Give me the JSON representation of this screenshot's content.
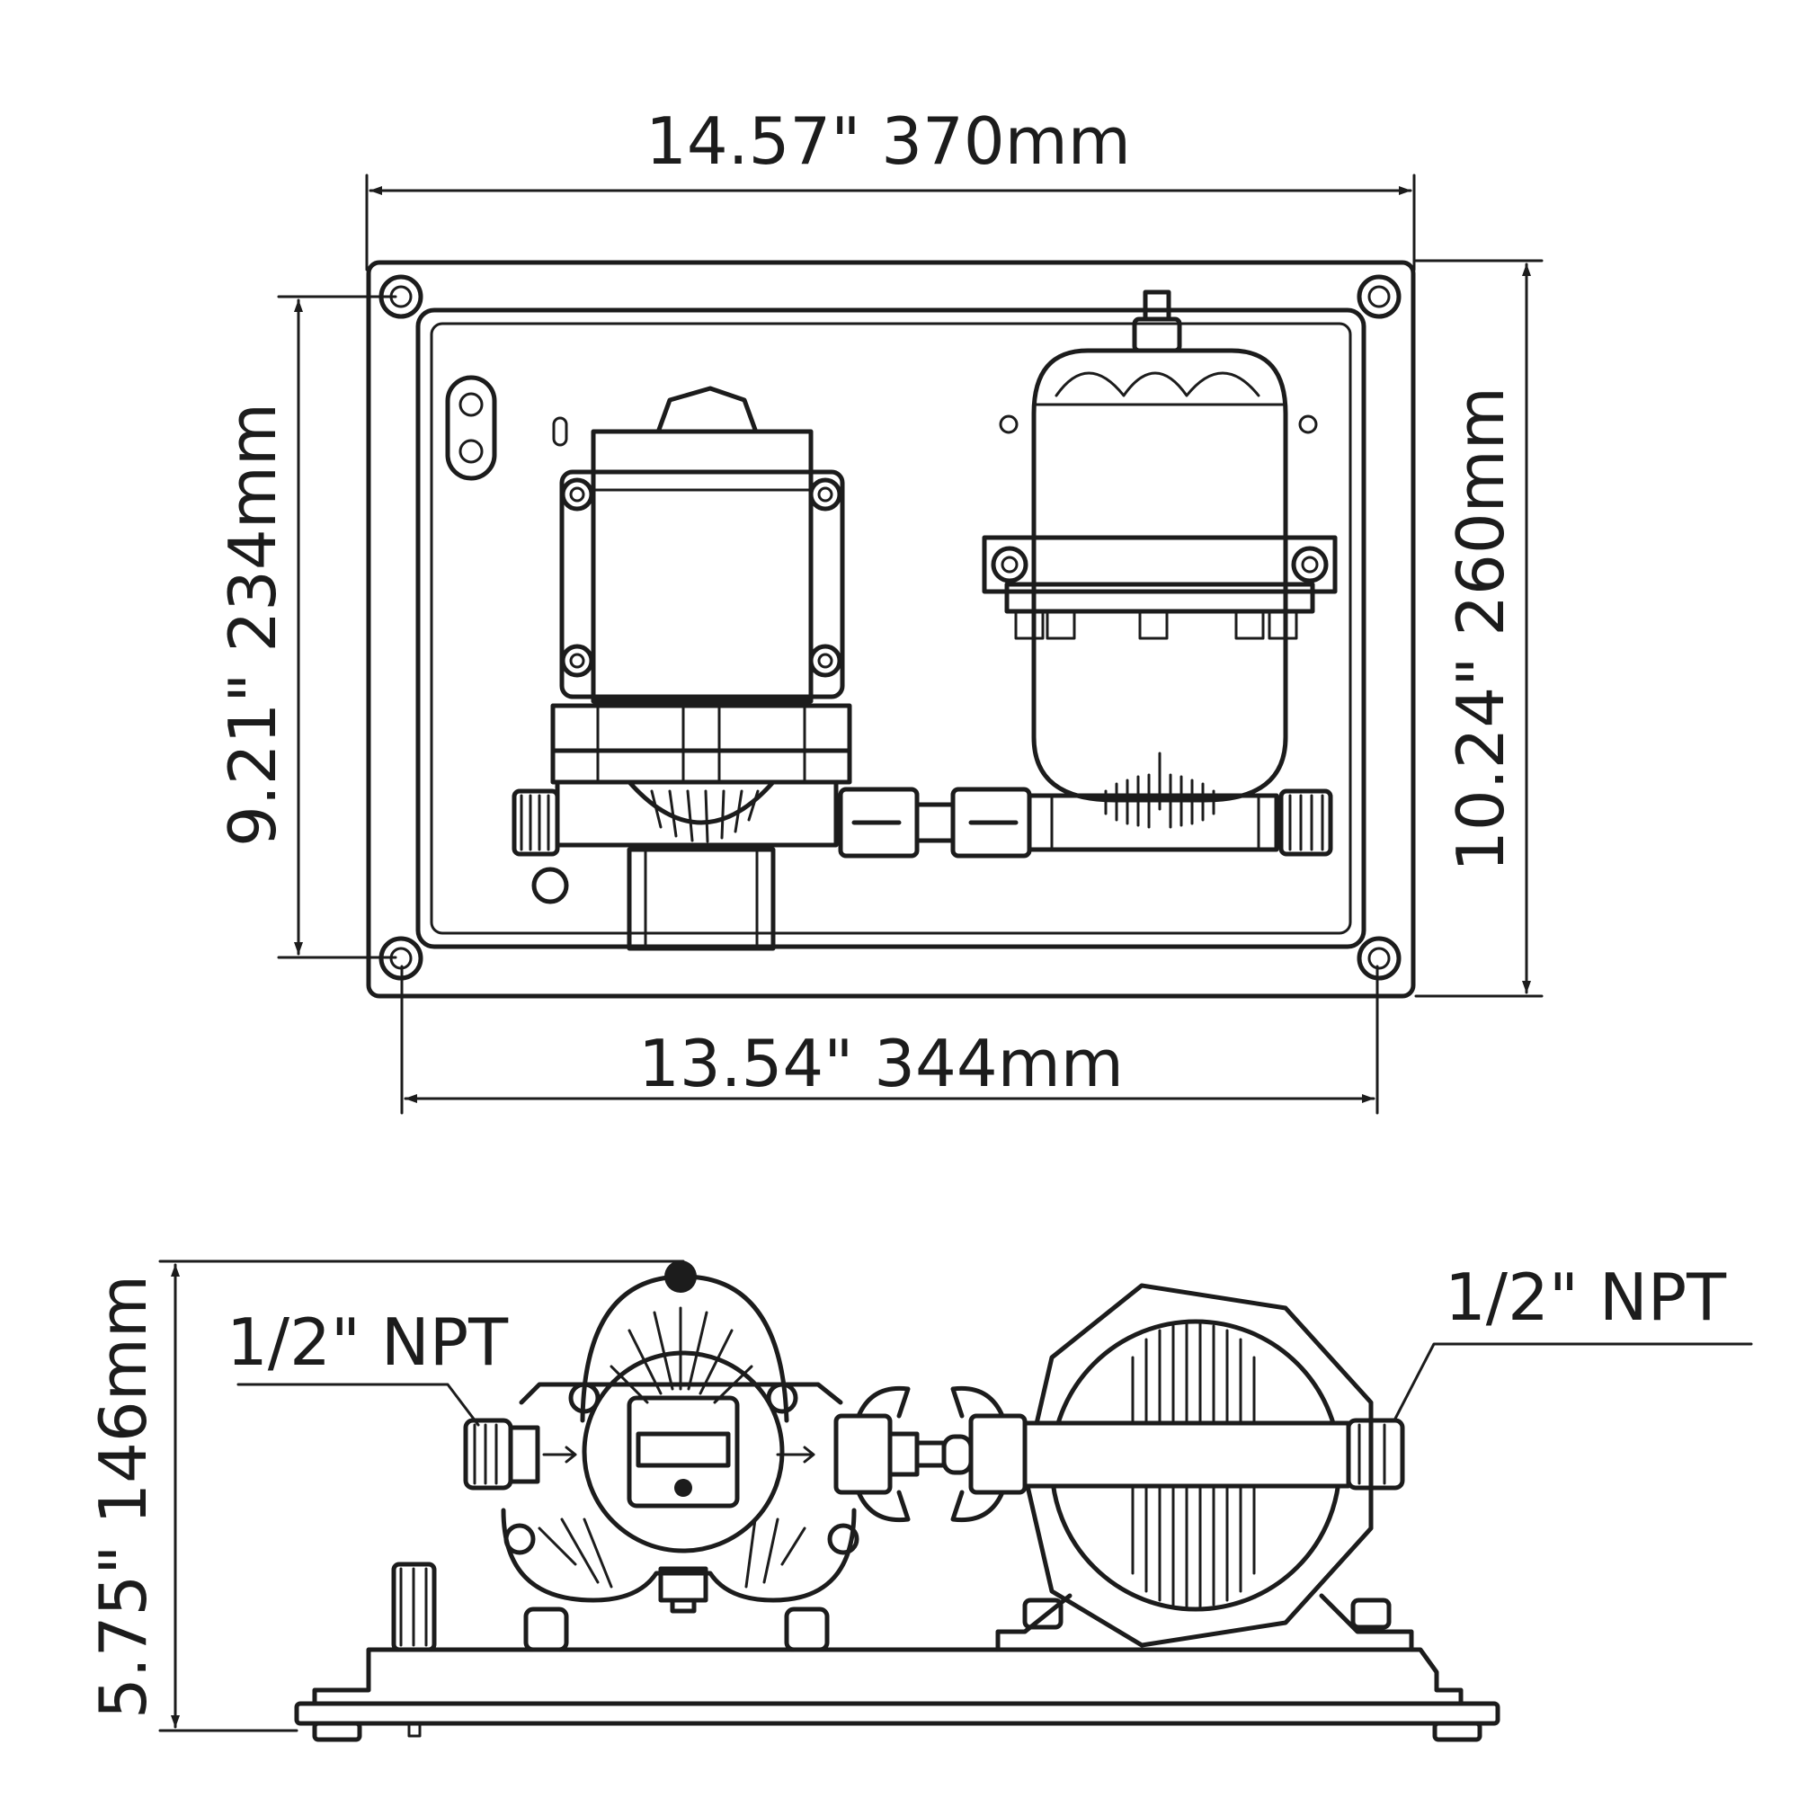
{
  "dimensions": {
    "overall_width": "14.57\" 370mm",
    "mount_width": "13.54\" 344mm",
    "mount_height": "9.21\" 234mm",
    "overall_height": "10.24\" 260mm",
    "side_height": "5.75\" 146mm"
  },
  "callouts": {
    "inlet_port": "1/2\" NPT",
    "outlet_port": "1/2\" NPT"
  }
}
